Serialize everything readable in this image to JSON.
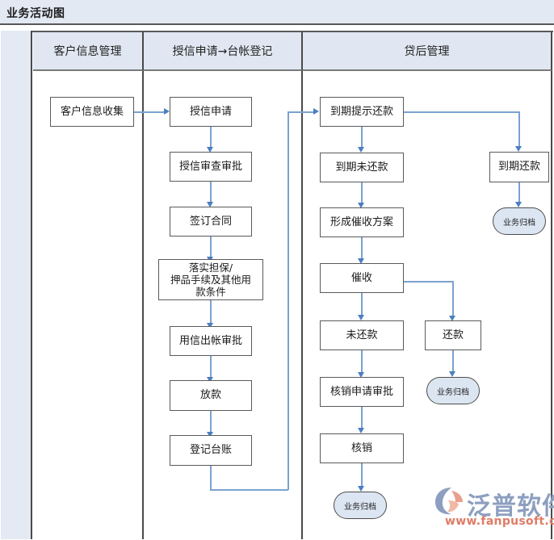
{
  "title": "业务活动图",
  "lanes": [
    {
      "id": "lane-blank",
      "label": ""
    },
    {
      "id": "lane-customer",
      "label": "客户信息管理"
    },
    {
      "id": "lane-credit",
      "label": "授信申请→台帐登记"
    },
    {
      "id": "lane-postloan",
      "label": "贷后管理"
    }
  ],
  "nodes": {
    "customer_collect": "客户信息收集",
    "credit_apply": "授信申请",
    "credit_review": "授信审查审批",
    "sign_contract": "签订合同",
    "guarantee": "落实担保/\n押品手续及其他用\n款条件",
    "use_credit_approve": "用信出帐审批",
    "disburse": "放款",
    "register_ledger": "登记台账",
    "due_remind": "到期提示还款",
    "due_repaid": "到期还款",
    "due_unpaid": "到期未还款",
    "collection_plan": "形成催收方案",
    "collection": "催收",
    "unpaid": "未还款",
    "repaid": "还款",
    "writeoff_approve": "核销申请审批",
    "writeoff": "核销",
    "archive_due_repaid": "业务归档",
    "archive_repaid": "业务归档",
    "archive_writeoff": "业务归档"
  },
  "watermark": {
    "brand": "泛普软件",
    "url": "www.fanpusoft.com"
  },
  "colors": {
    "title_bar": "#e3e9f3",
    "lane_header": "#e0e7f2",
    "lane_left": "#e4eaf4",
    "node_border": "#5a5a5a",
    "terminal_fill": "#dce6f2",
    "connector": "#7ba2d0",
    "arrow": "#4a7fc1",
    "brand_blue": "#8d9fc0",
    "brand_orange": "#e07b66"
  }
}
